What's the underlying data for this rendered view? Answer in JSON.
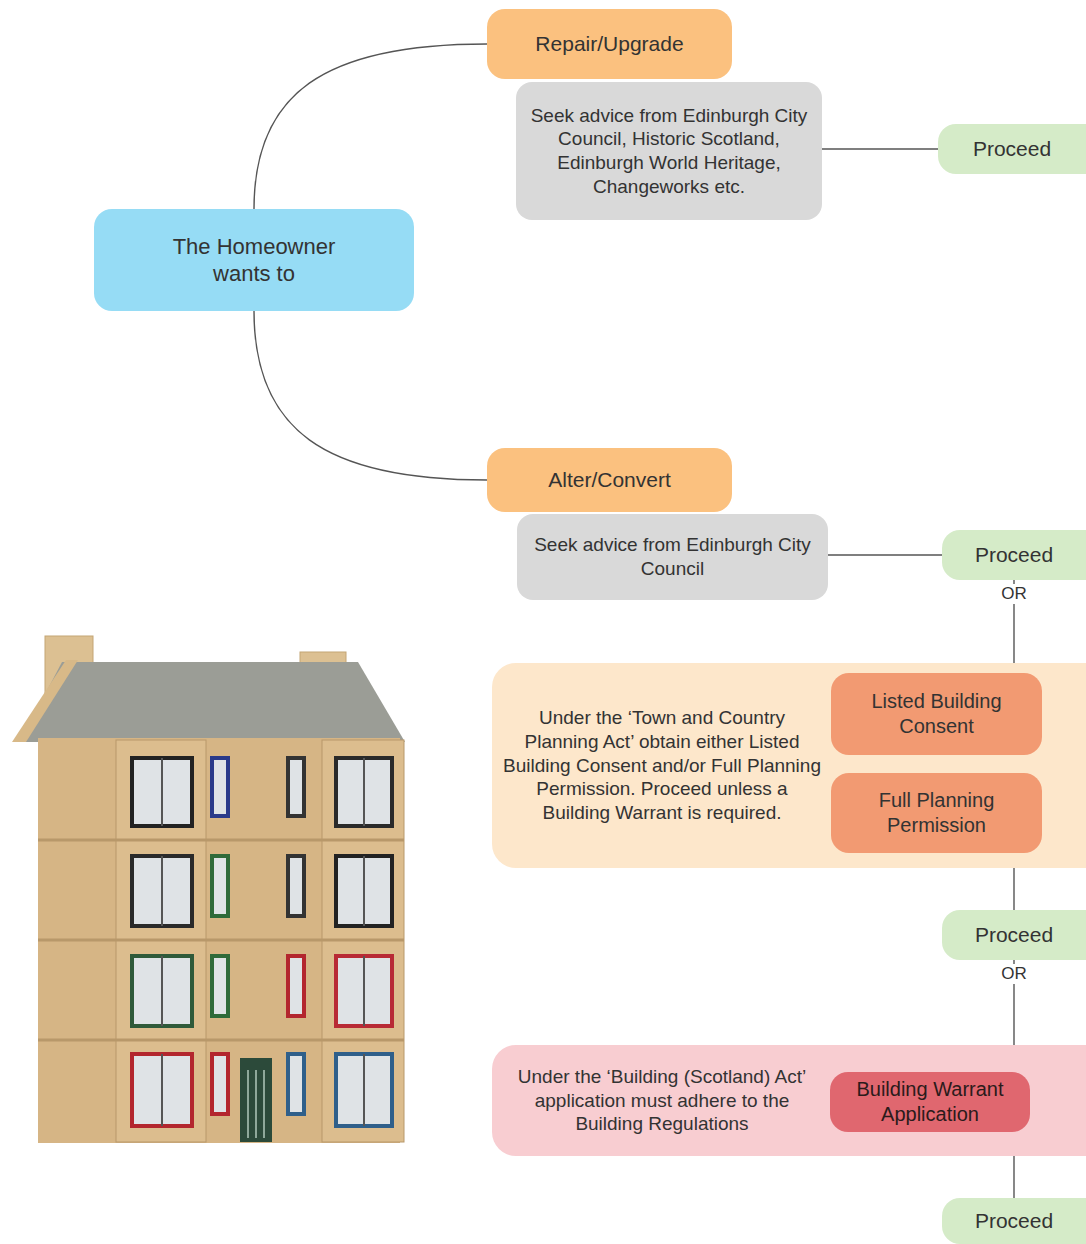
{
  "diagram": {
    "nodes": [
      {
        "text": [
          "The Homeowner wants to"
        ]
      },
      {
        "text": [
          "Repair/Upgrade"
        ]
      },
      {
        "text": [
          "Seek advice from Edinburgh City Council, Historic Scotland, Edinburgh World Heritage, Changeworks etc."
        ]
      },
      {
        "text": [
          "Proceed"
        ]
      },
      {
        "text": [
          "Alter/Convert"
        ]
      },
      {
        "text": [
          "Seek advice from Edinburgh City Council"
        ]
      },
      {
        "text": [
          "Proceed"
        ]
      },
      {
        "text": [
          "Under the ‘Town and Country Planning Act’ obtain either Listed Building Consent and/or Full Planning Permission. Proceed unless a Building Warrant is required."
        ]
      },
      {
        "text": [
          "Listed Building Consent"
        ],
        "in": 7
      },
      {
        "text": [
          "Full Planning Permission"
        ],
        "in": 7
      },
      {
        "text": [
          "Proceed"
        ]
      },
      {
        "text": [
          "Under the ‘Building (Scotland) Act’ application must adhere to the Building Regulations"
        ]
      },
      {
        "text": [
          "Building Warrant Application"
        ],
        "in": 11
      },
      {
        "text": [
          "Proceed"
        ]
      }
    ],
    "edges": [
      {
        "from": 0,
        "to": 1,
        "arrow": "none"
      },
      {
        "from": 0,
        "to": 4,
        "arrow": "none"
      },
      {
        "from": 2,
        "to": 3,
        "arrow": "none"
      },
      {
        "from": 5,
        "to": 6,
        "arrow": "none"
      },
      {
        "from": 6,
        "to": 7,
        "label": "OR",
        "arrow": "none"
      },
      {
        "from": 8,
        "to": 9,
        "arrow": "none"
      },
      {
        "from": 7,
        "to": 10,
        "arrow": "none"
      },
      {
        "from": 10,
        "to": 11,
        "label": "OR",
        "arrow": "none"
      },
      {
        "from": 11,
        "to": 13,
        "arrow": "none"
      }
    ]
  }
}
